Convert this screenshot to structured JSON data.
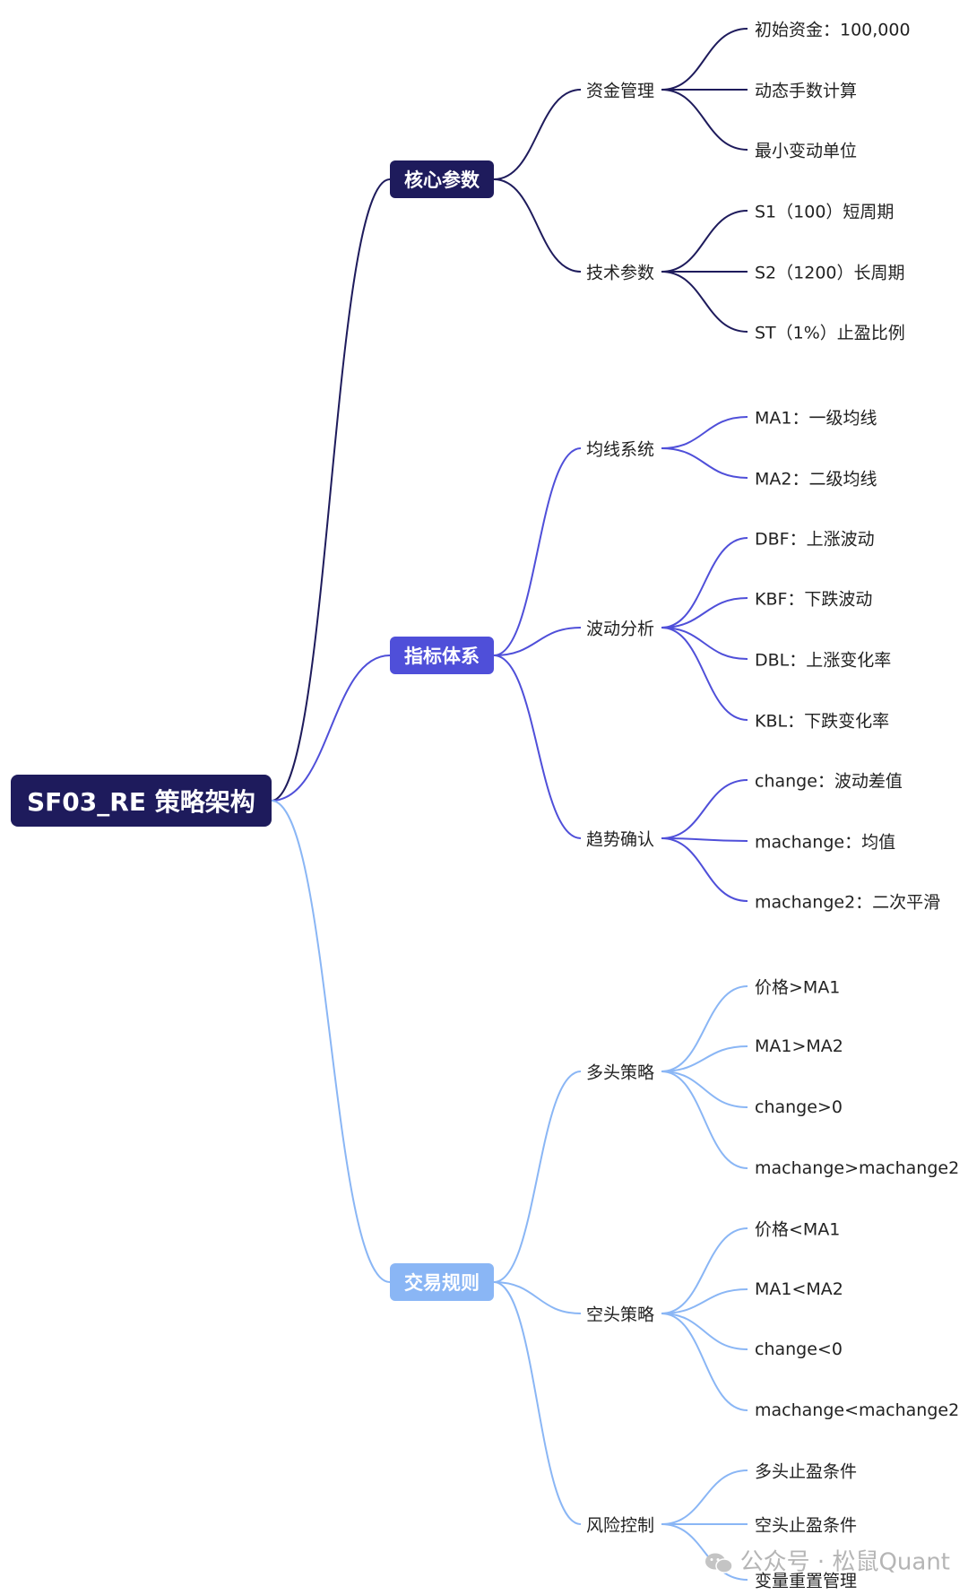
{
  "root": "SF03_RE 策略架构",
  "colors": {
    "core": "#1e1b5c",
    "indicator": "#4f4fd9",
    "rule": "#8ab6f5"
  },
  "branches": [
    {
      "label": "核心参数",
      "color": "#1e1b5c",
      "children": [
        {
          "label": "资金管理",
          "leaves": [
            "初始资金：100,000",
            "动态手数计算",
            "最小变动单位"
          ]
        },
        {
          "label": "技术参数",
          "leaves": [
            "S1（100）短周期",
            "S2（1200）长周期",
            "ST（1%）止盈比例"
          ]
        }
      ]
    },
    {
      "label": "指标体系",
      "color": "#4f4fd9",
      "children": [
        {
          "label": "均线系统",
          "leaves": [
            "MA1：一级均线",
            "MA2：二级均线"
          ]
        },
        {
          "label": "波动分析",
          "leaves": [
            "DBF：上涨波动",
            "KBF：下跌波动",
            "DBL：上涨变化率",
            "KBL：下跌变化率"
          ]
        },
        {
          "label": "趋势确认",
          "leaves": [
            "change：波动差值",
            "machange：均值",
            "machange2：二次平滑"
          ]
        }
      ]
    },
    {
      "label": "交易规则",
      "color": "#8ab6f5",
      "children": [
        {
          "label": "多头策略",
          "leaves": [
            "价格>MA1",
            "MA1>MA2",
            "change>0",
            "machange>machange2"
          ]
        },
        {
          "label": "空头策略",
          "leaves": [
            "价格<MA1",
            "MA1<MA2",
            "change<0",
            "machange<machange2"
          ]
        },
        {
          "label": "风险控制",
          "leaves": [
            "多头止盈条件",
            "空头止盈条件",
            "变量重置管理"
          ]
        }
      ]
    }
  ],
  "watermark": {
    "text": "公众号 · 松鼠Quant",
    "icon": "wechat-icon"
  }
}
